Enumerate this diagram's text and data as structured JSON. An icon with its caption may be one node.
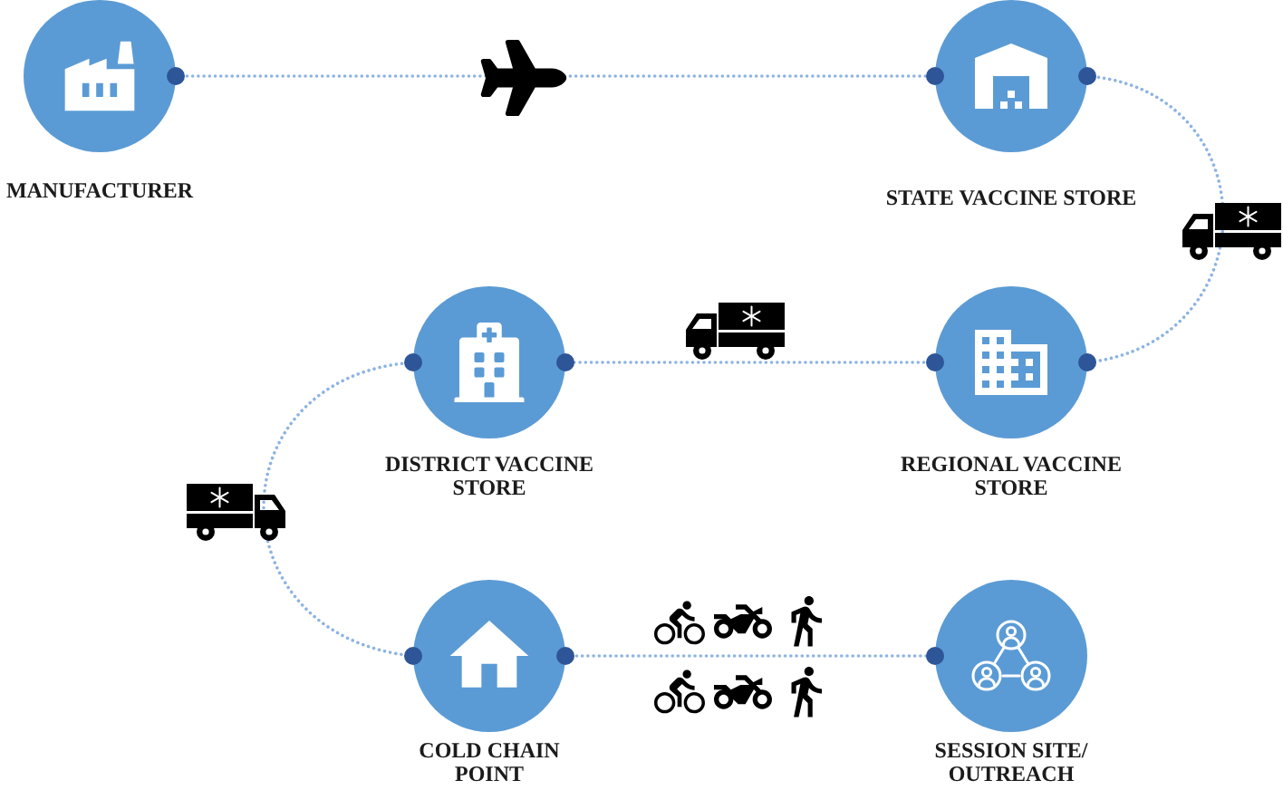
{
  "diagram": {
    "nodes": [
      {
        "text": [
          "MANUFACTURER"
        ]
      },
      {
        "text": [
          "STATE VACCINE STORE"
        ]
      },
      {
        "text": [
          "DISTRICT VACCINE STORE"
        ]
      },
      {
        "text": [
          "REGIONAL VACCINE STORE"
        ]
      },
      {
        "text": [
          "COLD CHAIN POINT"
        ]
      },
      {
        "text": [
          "SESSION SITE/ OUTREACH"
        ]
      }
    ],
    "edges": [
      {
        "from": 0,
        "to": 1,
        "arrow": "other"
      },
      {
        "from": 1,
        "to": 3,
        "arrow": "other"
      },
      {
        "from": 3,
        "to": 2,
        "arrow": "other"
      },
      {
        "from": 2,
        "to": 4,
        "arrow": "other"
      },
      {
        "from": 4,
        "to": 5,
        "arrow": "other"
      }
    ]
  }
}
